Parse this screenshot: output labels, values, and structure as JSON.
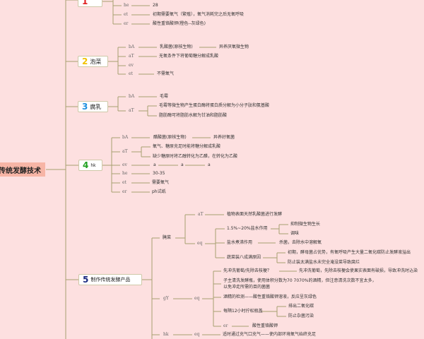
{
  "root": "传统发酵技术",
  "n1": {
    "num": "1",
    "he": "he",
    "he_v": "28",
    "et": "et",
    "et_v": "初期需要氧气（繁殖），氧气消耗完之后无氧呼吸",
    "er": "er",
    "er_v": "酸性重铬酸钾(橙色--灰绿色)"
  },
  "n2": {
    "num": "2",
    "title": "泡菜",
    "bA": "bA",
    "bA_v": "乳酸菌(原核生物)",
    "bA_v2": "异养厌氧微生物",
    "aT": "aT",
    "aT_v": "无氧条件下将葡萄糖分解成乳酸",
    "ev": "ev",
    "et": "et",
    "et_v": "不需氧气"
  },
  "n3": {
    "num": "3",
    "title": "腐乳",
    "bA": "bA",
    "bA_v": "毛霉",
    "aT": "aT",
    "aT_v1": "毛霉等微生物产生蛋白酶将蛋白质分解为小分子肽和氨基酸",
    "aT_v2": "脂肪酶可将脂肪水解为甘油和脂肪酸"
  },
  "n4": {
    "num": "4",
    "title": "hk",
    "bA": "bA",
    "bA_v": "醋酸菌(原核生物)",
    "bA_v2": "异养好氧菌",
    "aT": "aT",
    "aT_v1": "氧气、糖原充足时能将糖分解成乳酸",
    "aT_v2": "缺少糖原时将乙醇转化为乙醛，在转化为乙酸",
    "ev": "ev",
    "ev_a1": "a",
    "ev_a2": "a",
    "ev_a3": "a",
    "he": "he",
    "he_v": "30-35",
    "et": "et",
    "et_v": "需要氧气",
    "er": "er",
    "er_v": "ph试纸"
  },
  "n5": {
    "num": "5",
    "title": "制作传统发酵产品",
    "yc": "腌菜",
    "aT": "aT",
    "aT_v": "植物表面天然乳酸菌进行发酵",
    "eq": "eq",
    "salt": "1.5%~20%盐水作用",
    "salt_1": "抑制微生物生长",
    "salt_2": "调味",
    "boil": "盐水煮沸作用",
    "boil_v": "杀菌，去除水中溶解氧",
    "fill": "蔬菜装八成满原因",
    "fill_1": "初期，酵母菌占优势，有氧呼吸产生大量二氧化碳防止发酵液溢出",
    "fill_2": "防止装太满盐水未完全淹没菜导致腐烂",
    "gY": "gY",
    "gY_eq": "eq",
    "g1": "先冲洗葡萄/先除去枝梗？",
    "g1_v": "先冲洗葡萄，先除去枝梗会使果实表面有破损，导致冲洗时込染",
    "g2a": "子主清洗发酵瓶，使用体积分数为70 7070%的酒精，但注意清洗次数不宜太多，",
    "g2b": "以免冲走所需的目的菌菌",
    "g3": "酒精的检测——酸性重铬酸钾溶液，反应呈灰绿色",
    "g4": "每隔12小时拧松瓶盖",
    "g4_1": "排出二氧化碳",
    "g4_2": "防止杂菌污染",
    "g5": "er",
    "g5_v": "酸性重铬酸钾",
    "hk": "hk",
    "hk_eq": "eq",
    "hk_v": "适时通过充气口充气——使内部环境氧气始终充足"
  },
  "colors": {
    "line": "#a8a070",
    "bg": "#fde0e0",
    "root": "#f7b5a6"
  }
}
